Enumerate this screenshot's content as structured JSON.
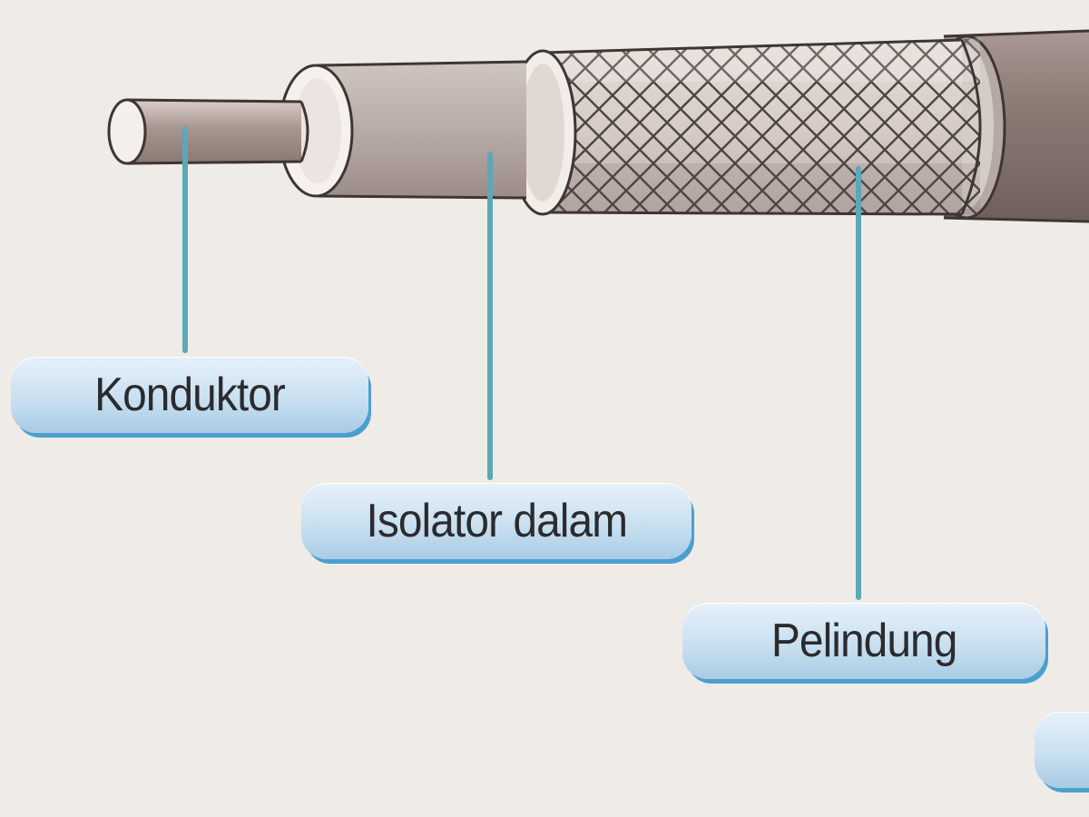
{
  "labels": {
    "konduktor": "Konduktor",
    "isolator_dalam": "Isolator dalam",
    "pelindung": "Pelindung"
  },
  "colors": {
    "background": "#efebe7",
    "leader_line": "#5aa8b8",
    "pill_light": "#e7f1f9",
    "pill_dark": "#a9cbe4",
    "pill_shadow": "#4a9fcf",
    "text": "#2b2b2e"
  }
}
